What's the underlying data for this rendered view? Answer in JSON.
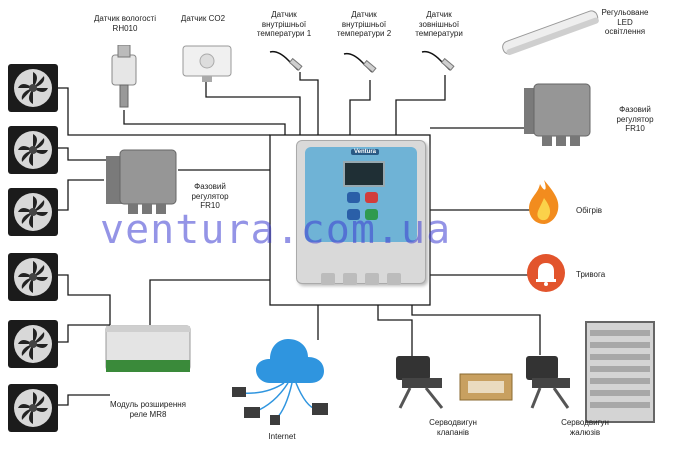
{
  "labels": {
    "humidity_sensor": "Датчик вологості\nRH010",
    "co2_sensor": "Датчик CO2",
    "temp_inside_1": "Датчик\nвнутрішньої\nтемператури 1",
    "temp_inside_2": "Датчик\nвнутрішньої\nтемператури 2",
    "temp_outside": "Датчик\nзовнішньої\nтемператури",
    "led": "Регульоване\nLED\nосвітлення",
    "phase_regulator_right": "Фазовий\nрегулятор\nFR10",
    "phase_regulator_left": "Фазовий\nрегулятор\nFR10",
    "heating": "Обігрів",
    "alarm": "Тривога",
    "relay_module": "Модуль розширення\nреле MR8",
    "internet": "Internet",
    "valve_servo": "Серводвигун\nклапанів",
    "louver_servo": "Серводвигун\nжалюзів",
    "controller_brand": "Ventura"
  },
  "watermark": "ventura.com.ua",
  "icons": [
    "fan-icon",
    "humidity-sensor-icon",
    "co2-sensor-icon",
    "temperature-probe-icon",
    "led-lamp-icon",
    "phase-regulator-icon",
    "controller-icon",
    "flame-icon",
    "alarm-bell-icon",
    "relay-module-icon",
    "cloud-network-icon",
    "servo-motor-icon",
    "louver-icon"
  ],
  "colors": {
    "wire": "#1a1a1a",
    "flame": "#f28c1e",
    "alarm": "#e2542c",
    "panel": "#6fb3d6",
    "watermark": "#3c3cd2"
  }
}
